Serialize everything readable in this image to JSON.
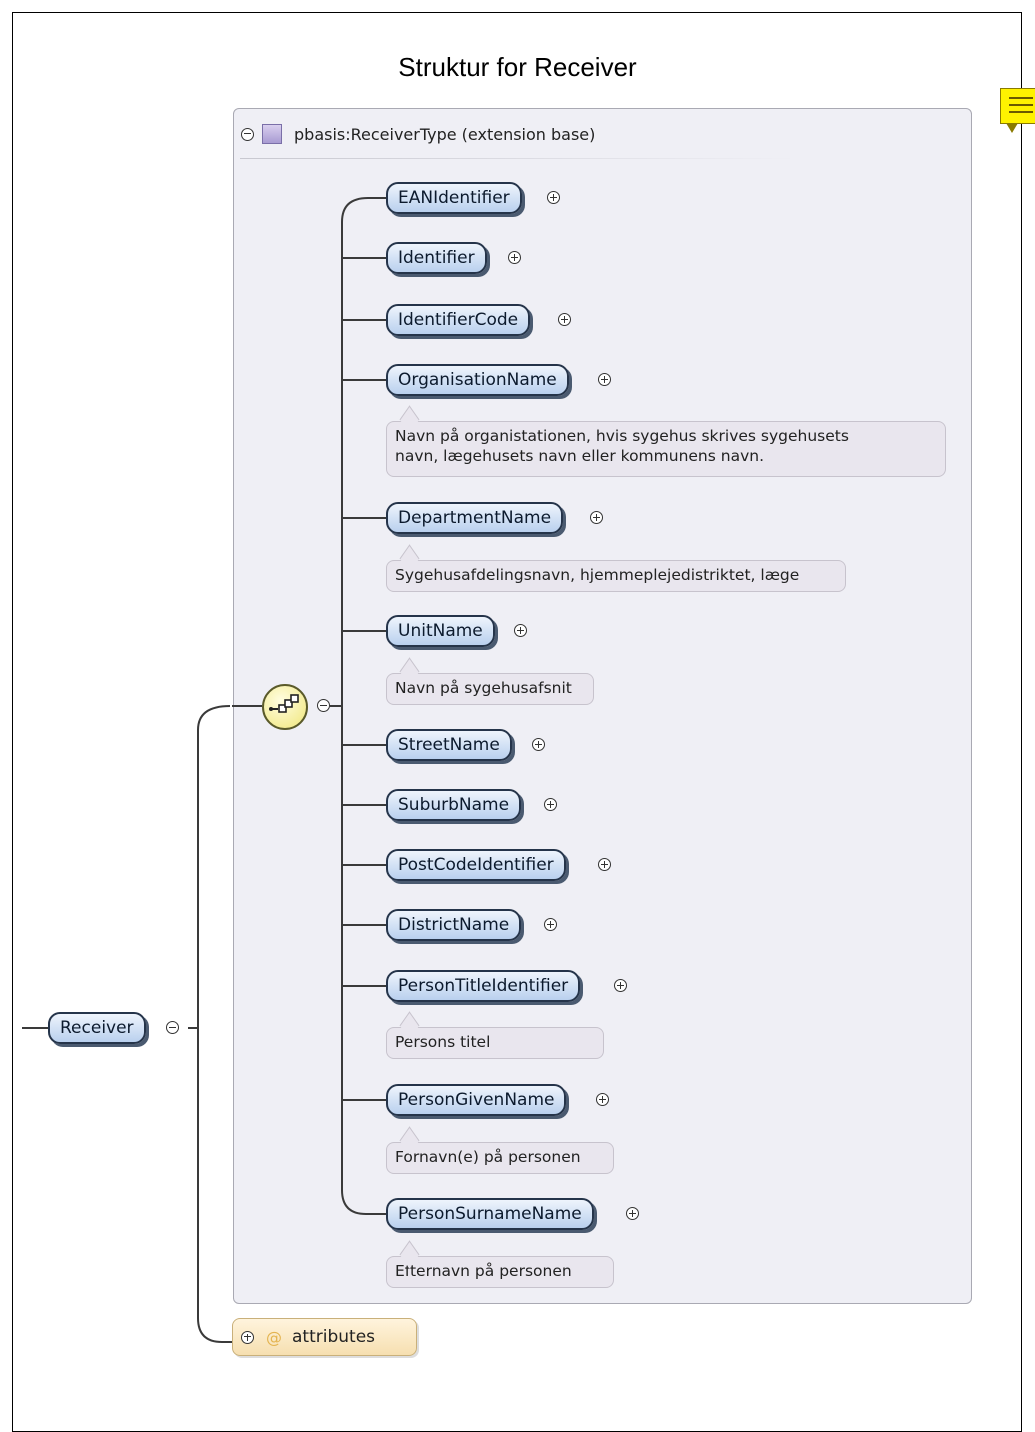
{
  "title": "Struktur for Receiver",
  "group_header": "pbasis:ReceiverType (extension base)",
  "root": "Receiver",
  "attributes_label": "attributes",
  "attributes_symbol": "@",
  "elements": [
    {
      "name": "EANIdentifier"
    },
    {
      "name": "Identifier"
    },
    {
      "name": "IdentifierCode"
    },
    {
      "name": "OrganisationName",
      "annotation": [
        "Navn på organistationen, hvis sygehus skrives sygehusets",
        "navn, lægehusets navn eller kommunens navn."
      ]
    },
    {
      "name": "DepartmentName",
      "annotation": [
        "Sygehusafdelingsnavn, hjemmeplejedistriktet, læge"
      ]
    },
    {
      "name": "UnitName",
      "annotation": [
        "Navn på sygehusafsnit"
      ]
    },
    {
      "name": "StreetName"
    },
    {
      "name": "SuburbName"
    },
    {
      "name": "PostCodeIdentifier"
    },
    {
      "name": "DistrictName"
    },
    {
      "name": "PersonTitleIdentifier",
      "annotation": [
        "Persons titel"
      ]
    },
    {
      "name": "PersonGivenName",
      "annotation": [
        "Fornavn(e) på personen"
      ]
    },
    {
      "name": "PersonSurnameName",
      "annotation": [
        "Efternavn på personen"
      ]
    }
  ]
}
